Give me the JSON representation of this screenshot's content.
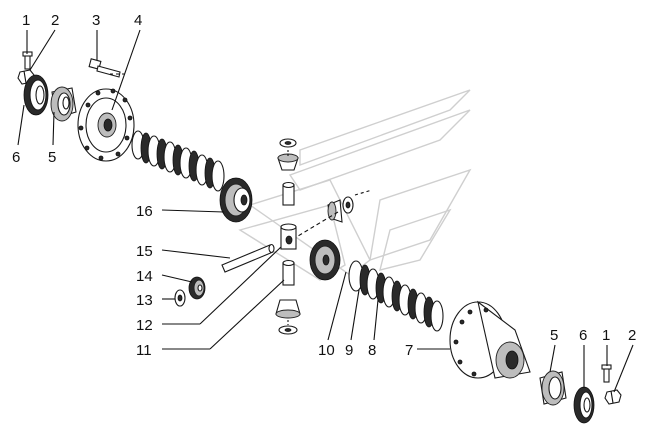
{
  "labels": {
    "l1a": "1",
    "l2a": "2",
    "l3": "3",
    "l4": "4",
    "l6a": "6",
    "l5a": "5",
    "l16": "16",
    "l15": "15",
    "l14": "14",
    "l13": "13",
    "l12": "12",
    "l11": "11",
    "l10": "10",
    "l9": "9",
    "l8": "8",
    "l7": "7",
    "l5b": "5",
    "l6b": "6",
    "l1b": "1",
    "l2b": "2"
  },
  "colors": {
    "line": "#111111",
    "watermark": "#cfcfcf",
    "fill_dark": "#2a2a2a",
    "fill_gray": "#bdbdbd"
  }
}
